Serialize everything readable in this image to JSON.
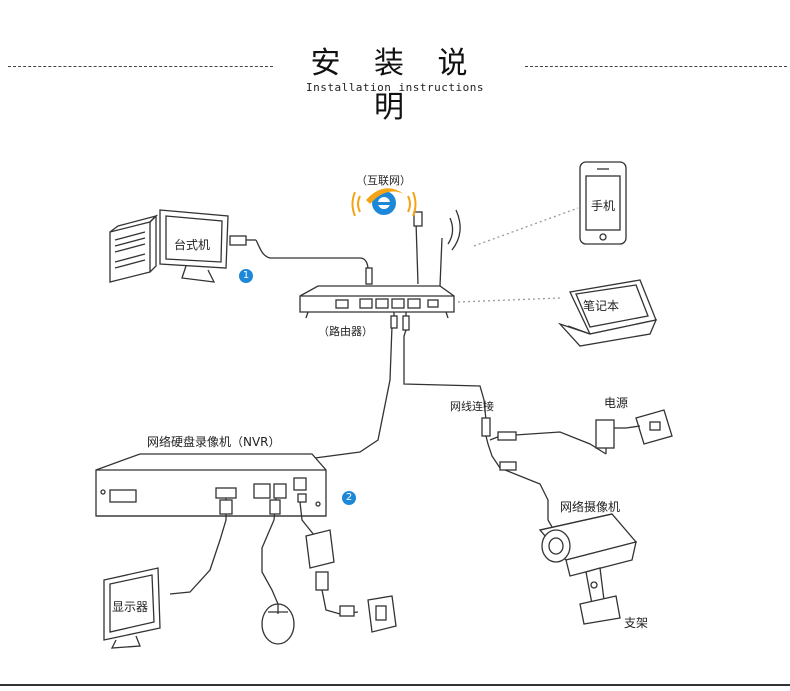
{
  "header": {
    "title": "安 装 说 明",
    "subtitle": "Installation instructions"
  },
  "labels": {
    "internet": "（互联网）",
    "router": "（路由器）",
    "desktop": "台式机",
    "phone": "手机",
    "laptop": "笔记本",
    "cable_connection": "网线连接",
    "power": "电源",
    "nvr": "网络硬盘录像机（NVR）",
    "network_camera": "网络摄像机",
    "monitor": "显示器",
    "bracket": "支架"
  },
  "badges": {
    "step1": "1",
    "step2": "2"
  },
  "colors": {
    "badge_blue": "#1e88d8",
    "line": "#333333",
    "ie_blue": "#1e88d8",
    "ie_orange": "#f4a417"
  }
}
